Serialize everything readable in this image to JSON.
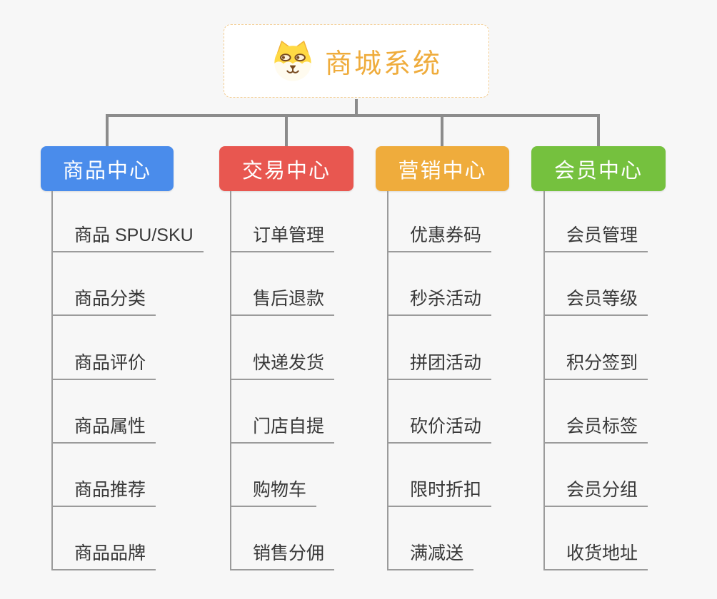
{
  "canvas": {
    "background_color": "#F7F7F7",
    "connector_color": "#8C8C8C",
    "child_line_color": "#9B9B9B"
  },
  "root": {
    "title": "商城系统",
    "icon": "shiba-dog-face-icon",
    "title_color": "#EFAC3C",
    "border_color": "#F3CD92"
  },
  "branches": [
    {
      "label": "商品中心",
      "color": "#4A8CEB",
      "children": [
        "商品 SPU/SKU",
        "商品分类",
        "商品评价",
        "商品属性",
        "商品推荐",
        "商品品牌"
      ]
    },
    {
      "label": "交易中心",
      "color": "#E85750",
      "children": [
        "订单管理",
        "售后退款",
        "快递发货",
        "门店自提",
        "购物车",
        "销售分佣"
      ]
    },
    {
      "label": "营销中心",
      "color": "#EFAC3C",
      "children": [
        "优惠券码",
        "秒杀活动",
        "拼团活动",
        "砍价活动",
        "限时折扣",
        "满减送"
      ]
    },
    {
      "label": "会员中心",
      "color": "#75C13E",
      "children": [
        "会员管理",
        "会员等级",
        "积分签到",
        "会员标签",
        "会员分组",
        "收货地址"
      ]
    }
  ]
}
